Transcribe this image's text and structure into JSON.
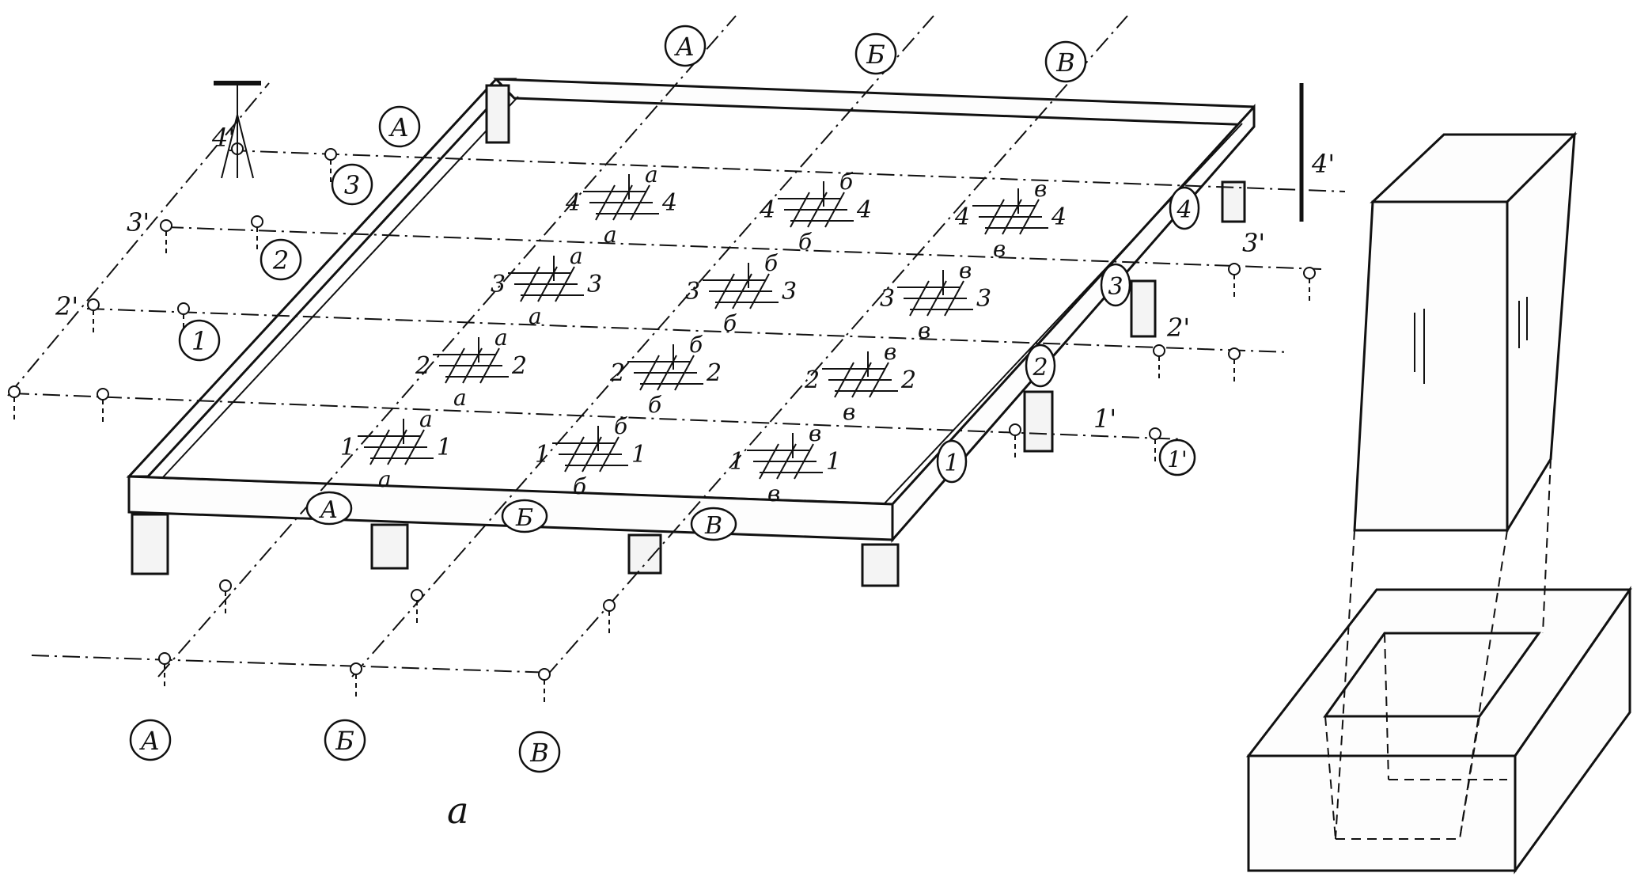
{
  "figure_label": "а",
  "axes": {
    "letters": [
      "А",
      "Б",
      "В"
    ],
    "numbers": [
      "1",
      "2",
      "3",
      "4"
    ],
    "primed": [
      "1'",
      "2'",
      "3'",
      "4'"
    ],
    "marks": [
      "а",
      "б",
      "в"
    ]
  }
}
